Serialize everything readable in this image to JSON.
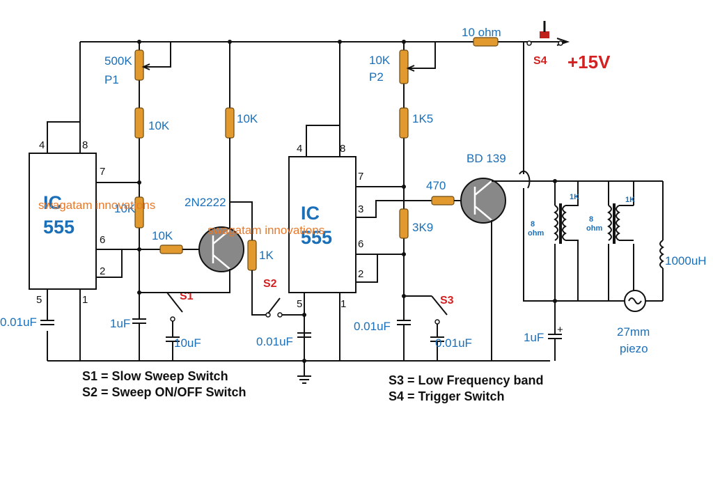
{
  "watermark": "swagatam innovations",
  "ic1": {
    "line1": "IC",
    "line2": "555",
    "pins": [
      "4",
      "8",
      "7",
      "6",
      "2",
      "5",
      "1"
    ]
  },
  "ic2": {
    "line1": "IC",
    "line2": "555",
    "pins": [
      "4",
      "8",
      "7",
      "3",
      "6",
      "2",
      "5",
      "1"
    ]
  },
  "labels": {
    "r_500k": "500K",
    "p1": "P1",
    "r_10k_a": "10K",
    "r_10k_b": "10K",
    "r_10k_c": "10K",
    "r_10k_d": "10K",
    "transistor1": "2N2222",
    "r_1k": "1K",
    "c_1uf_a": "1uF",
    "c_10uf": "10uF",
    "c_001_a": "0.01uF",
    "c_001_b": "0.01uF",
    "r_10k_p2": "10K",
    "p2": "P2",
    "r_1k5": "1K5",
    "r_3k9": "3K9",
    "r_470": "470",
    "transistor2": "BD 139",
    "r_10ohm": "10 ohm",
    "c_001_c": "0.01uF",
    "c_001_d": "0.01uF",
    "c_1uf_b": "1uF",
    "c_plus": "+",
    "tr1_8ohm": "8\nohm",
    "tr1_1k": "1K",
    "tr2_8ohm": "8\nohm",
    "tr2_1k": "1K",
    "l_1000uh": "1000uH",
    "piezo": "27mm\npiezo"
  },
  "switches": {
    "s1": "S1",
    "s2": "S2",
    "s3": "S3",
    "s4": "S4"
  },
  "supply": "+15V",
  "legend": {
    "line1": "S1 = Slow Sweep Switch",
    "line2": "S2 = Sweep ON/OFF Switch",
    "line3": "S3 = Low Frequency band",
    "line4": "S4 = Trigger Switch"
  },
  "colors": {
    "label": "#1a6fb8",
    "resistor": "#e29a2e",
    "switch_label": "#d42020",
    "watermark": "#e8792a"
  }
}
